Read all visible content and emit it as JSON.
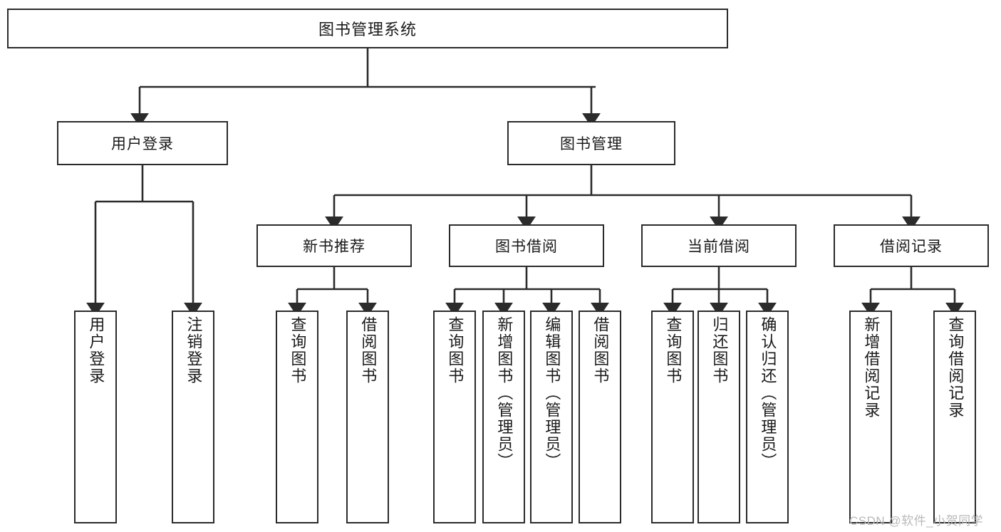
{
  "diagram": {
    "title": "图书管理系统",
    "type": "tree",
    "orientation": "top-down",
    "colors": {
      "box_border": "#2b2b2b",
      "box_fill": "#ffffff",
      "connector": "#2b2b2b",
      "text": "#1a1a1a",
      "watermark": "#b9b9b9",
      "background": "#ffffff"
    },
    "root": {
      "label": "图书管理系统"
    },
    "level2": [
      {
        "label": "用户登录"
      },
      {
        "label": "图书管理"
      }
    ],
    "level3": [
      {
        "label": "新书推荐"
      },
      {
        "label": "图书借阅"
      },
      {
        "label": "当前借阅"
      },
      {
        "label": "借阅记录"
      }
    ],
    "leaves": {
      "user_login": [
        {
          "label": "用户登录"
        },
        {
          "label": "注销登录"
        }
      ],
      "new_book_recommend": [
        {
          "label": "查询图书"
        },
        {
          "label": "借阅图书"
        }
      ],
      "book_borrow": [
        {
          "label": "查询图书"
        },
        {
          "label": "新增图书（管理员）"
        },
        {
          "label": "编辑图书（管理员）"
        },
        {
          "label": "借阅图书"
        }
      ],
      "current_borrow": [
        {
          "label": "查询图书"
        },
        {
          "label": "归还图书"
        },
        {
          "label": "确认归还（管理员）"
        }
      ],
      "borrow_record": [
        {
          "label": "新增借阅记录"
        },
        {
          "label": "查询借阅记录"
        }
      ]
    }
  },
  "watermark": {
    "text": "CSDN @软件_小贺同学"
  }
}
